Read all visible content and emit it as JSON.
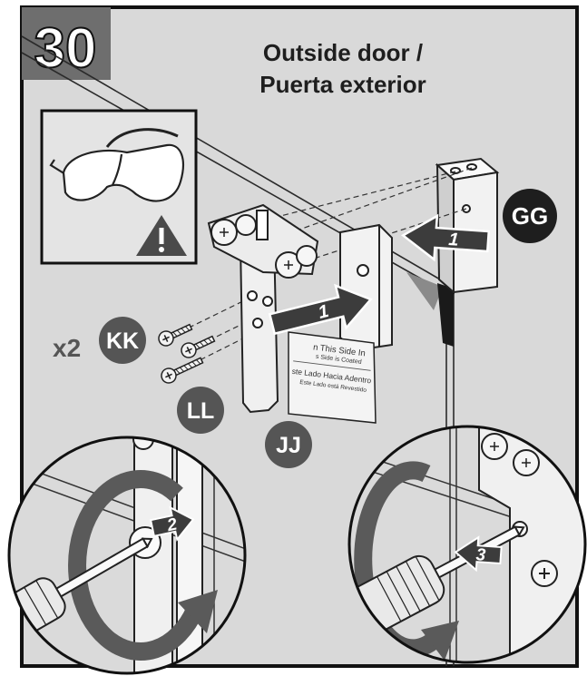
{
  "step": {
    "number": "30"
  },
  "title": {
    "line1": "Outside door /",
    "line2": "Puerta exterior"
  },
  "parts": {
    "gg": "GG",
    "kk": "KK",
    "kk_quantity": "x2",
    "ll": "LL",
    "jj": "JJ"
  },
  "arrows": {
    "hinge_arrow": "1",
    "bracket_arrow": "1",
    "tighten_left": "2",
    "tighten_right": "3"
  },
  "sticker": {
    "line1": "n This Side In",
    "line2": "s Side is Coated",
    "line3": "ste Lado Hacia Adentro",
    "line4": "Este Lado está Revestido"
  },
  "icons": {
    "safety": "safety-glasses-icon",
    "warning": "warning-icon",
    "tool": "screwdriver-icon",
    "rotation": "rotate-icon"
  },
  "colors": {
    "panel_background": "#d9d9d9",
    "step_badge": "#6e6e6e",
    "gg_label": "#1e1e1e",
    "part_label": "#555555",
    "arrow": "#3c3c3c"
  }
}
